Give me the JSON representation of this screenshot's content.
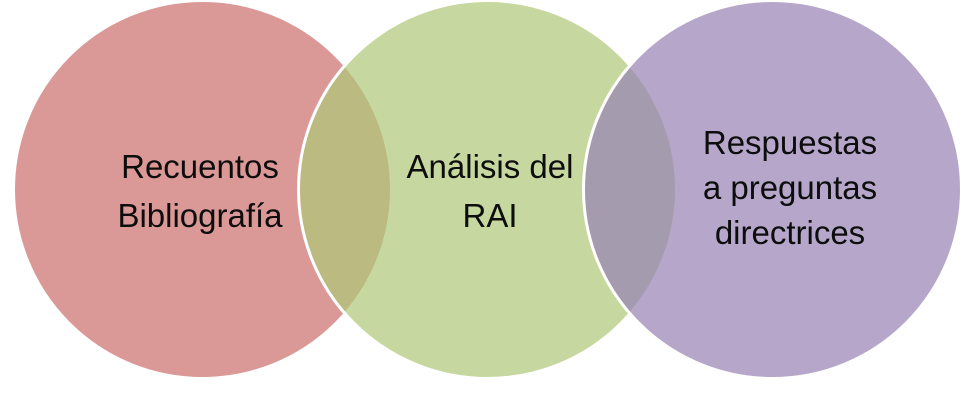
{
  "diagram": {
    "type": "venn-3-circle",
    "background": "#FFFFFF",
    "outline_color": "#FFFFFF",
    "text_color": "#0D0D0D",
    "circles": [
      {
        "id": "recuentos",
        "text": "Recuentos Bibliografía",
        "lines": [
          "Recuentos",
          "Bibliografía"
        ],
        "fill": "#D99694",
        "fill_rgba": "rgba(203,110,107,0.7)"
      },
      {
        "id": "analisis",
        "text": "Análisis del RAI",
        "lines": [
          "Análisis del",
          "RAI"
        ],
        "fill": "#C3D69B",
        "fill_rgba": "rgba(174,200,120,0.7)"
      },
      {
        "id": "respuestas",
        "text": "Respuestas a preguntas directrices",
        "lines": [
          "Respuestas",
          "a preguntas",
          "directrices"
        ],
        "fill": "#B2A2C7",
        "fill_rgba": "rgba(151,129,179,0.7)"
      }
    ],
    "overlaps": [
      {
        "between": [
          "recuentos",
          "analisis"
        ],
        "color": "#B8AE7A"
      },
      {
        "between": [
          "analisis",
          "respuestas"
        ],
        "color": "#A096A2"
      }
    ]
  }
}
